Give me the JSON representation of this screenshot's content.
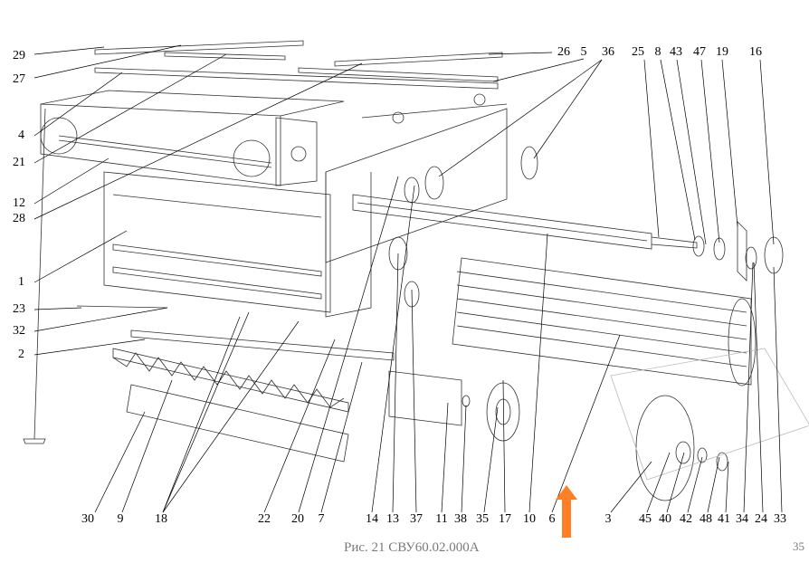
{
  "figure": {
    "caption": "Рис. 21 СВУ60.02.000А",
    "page_number": "35",
    "accent_color": "#ff7f27",
    "labels_left": [
      "29",
      "27",
      "4",
      "21",
      "12",
      "28",
      "1",
      "23",
      "32",
      "2"
    ],
    "labels_top": [
      "26",
      "5",
      "36",
      "25",
      "8",
      "43",
      "47",
      "19",
      "16"
    ],
    "labels_bottom": [
      "30",
      "9",
      "18",
      "22",
      "20",
      "7",
      "14",
      "13",
      "37",
      "11",
      "38",
      "35",
      "17",
      "10",
      "6",
      "3",
      "45",
      "40",
      "42",
      "48",
      "41",
      "34",
      "24",
      "33"
    ]
  }
}
